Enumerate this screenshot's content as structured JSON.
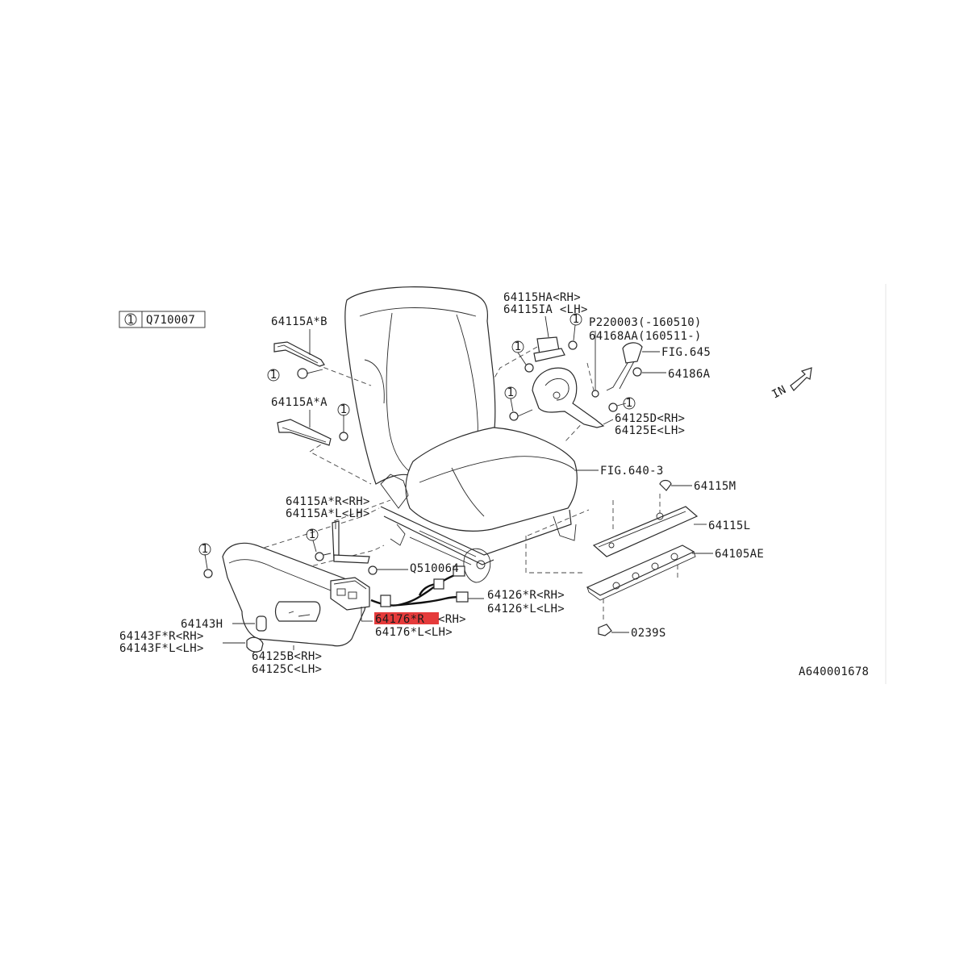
{
  "diagram": {
    "ref_box": {
      "circle": "1",
      "code": "Q710007"
    },
    "figure_id": "A640001678",
    "direction": "IN",
    "highlight_color": "#e53b3b",
    "labels": {
      "l_64115HA": "64115HA<RH>",
      "l_64115IA": "64115IA <LH>",
      "l_P220003": "P220003(-160510)",
      "l_64168AA": "64168AA(160511-)",
      "l_fig645": "FIG.645",
      "l_64186A": "64186A",
      "l_64115AB": "64115A*B",
      "l_64115AA": "64115A*A",
      "l_64125D": "64125D<RH>",
      "l_64125E": "64125E<LH>",
      "l_fig640": "FIG.640-3",
      "l_64115M": "64115M",
      "l_64115AR": "64115A*R<RH>",
      "l_64115AL": "64115A*L<LH>",
      "l_64115L": "64115L",
      "l_64105AE": "64105AE",
      "l_Q510064": "Q510064",
      "l_64126R": "64126*R<RH>",
      "l_64126L": "64126*L<LH>",
      "l_64176R": "64176*R",
      "l_64176R_suffix": "<RH>",
      "l_64176L": "64176*L<LH>",
      "l_0239S": "0239S",
      "l_64143H": "64143H",
      "l_64143FR": "64143F*R<RH>",
      "l_64143FL": "64143F*L<LH>",
      "l_64125B": "64125B<RH>",
      "l_64125C": "64125C<LH>"
    },
    "bolt_marker": "1"
  }
}
